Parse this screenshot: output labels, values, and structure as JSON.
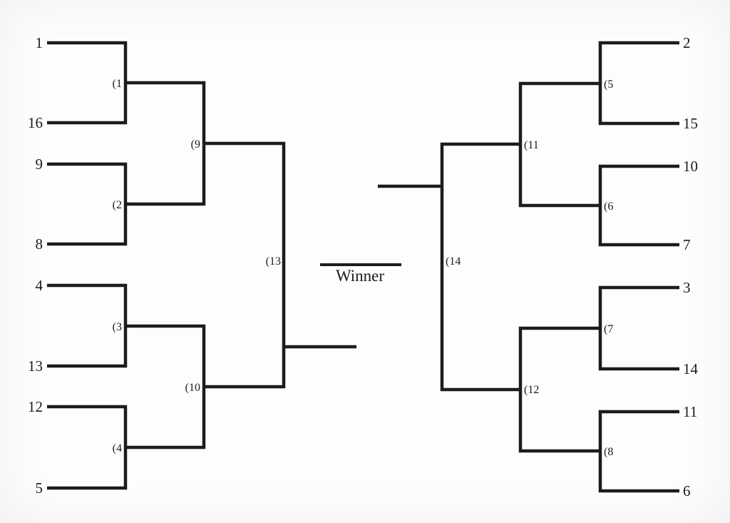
{
  "bracket": {
    "winner_label": "Winner",
    "colors": {
      "line": "#1c1c1c",
      "text": "#1c1c1c",
      "background": "#fdfdfd"
    },
    "left": {
      "seeds": [
        "1",
        "16",
        "9",
        "8",
        "4",
        "13",
        "12",
        "5"
      ],
      "round1": [
        "(1",
        "(2",
        "(3",
        "(4"
      ],
      "round2": [
        "(9",
        "(10"
      ],
      "semifinal": "(13"
    },
    "right": {
      "seeds": [
        "2",
        "15",
        "10",
        "7",
        "3",
        "14",
        "11",
        "6"
      ],
      "round1": [
        "(5",
        "(6",
        "(7",
        "(8"
      ],
      "round2": [
        "(11",
        "(12"
      ],
      "semifinal": "(14"
    }
  }
}
